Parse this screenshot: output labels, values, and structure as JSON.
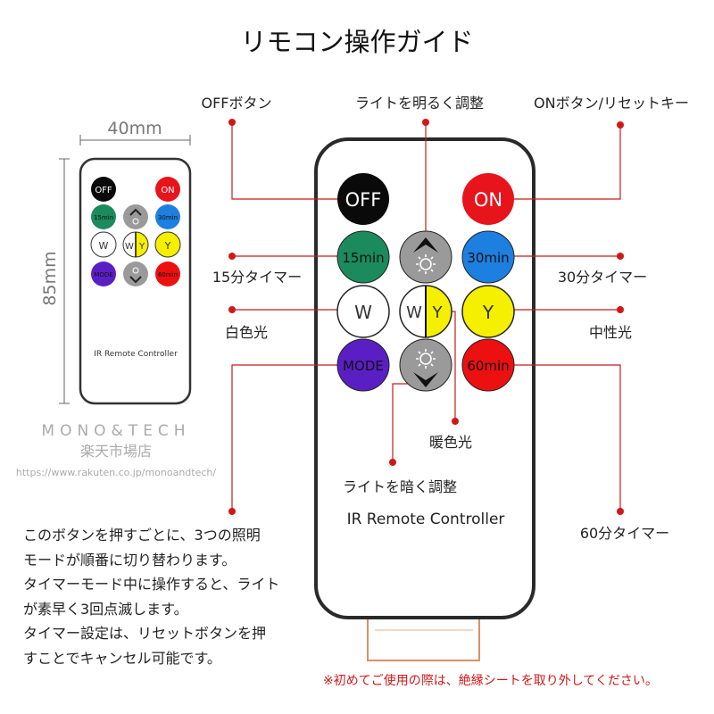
{
  "title": "リモコン操作ガイド",
  "dimensions": {
    "width": "40mm",
    "height": "85mm"
  },
  "remote": {
    "model": "IR Remote Controller",
    "buttons": {
      "off": "OFF",
      "on": "ON",
      "min15": "15min",
      "min30": "30min",
      "w": "W",
      "wy_w": "W",
      "wy_y": "Y",
      "y": "Y",
      "mode": "MODE",
      "min60": "60min"
    },
    "colors": {
      "off": "#0a0a0a",
      "on": "#e8141b",
      "min15": "#1b8a5c",
      "gray": "#9a9a9a",
      "min30": "#1d7fe0",
      "yellow": "#f5ef00",
      "mode": "#5a1fc4",
      "min60": "#ec1010"
    }
  },
  "labels": {
    "off": "OFFボタン",
    "brighten": "ライトを明るく調整",
    "on": "ONボタン/リセットキー",
    "min15": "15分タイマー",
    "min30": "30分タイマー",
    "white": "白色光",
    "neutral": "中性光",
    "warm": "暖色光",
    "darken": "ライトを暗く調整",
    "min60": "60分タイマー"
  },
  "watermark": {
    "line1": "MONO&TECH",
    "line2": "楽天市場店",
    "line3": "https://www.rakuten.co.jp/monoandtech/"
  },
  "description": [
    "このボタンを押すごとに、3つの照明",
    "モードが順番に切り替わります。",
    "タイマーモード中に操作すると、ライト",
    "が素早く3回点滅します。",
    "タイマー設定は、リセットボタンを押",
    "すことでキャンセル可能です。"
  ],
  "note": "※初めてご使用の際は、絶縁シートを取り外してください。"
}
